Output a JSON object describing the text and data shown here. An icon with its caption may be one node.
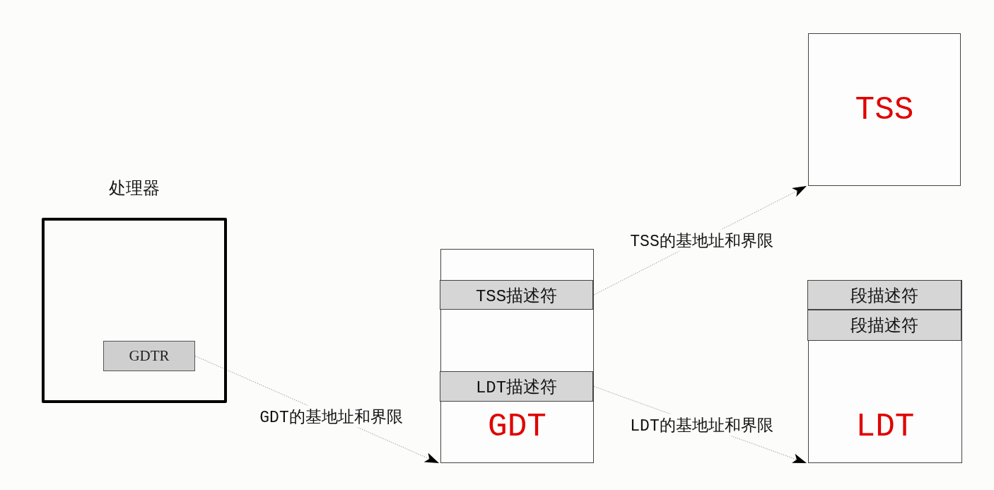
{
  "diagram": {
    "nodes": [
      {
        "text": [
          "处理器"
        ]
      },
      {
        "text": [
          "GDTR"
        ],
        "in": 0
      },
      {
        "text": [
          "GDT"
        ]
      },
      {
        "text": [
          "TSS描述符"
        ],
        "in": 2
      },
      {
        "text": [
          "LDT描述符"
        ],
        "in": 2
      },
      {
        "text": [
          "TSS"
        ]
      },
      {
        "text": [
          "LDT"
        ]
      },
      {
        "text": [
          "段描述符"
        ],
        "in": 6
      },
      {
        "text": [
          "段描述符"
        ],
        "in": 6
      }
    ],
    "edges": [
      {
        "from": 1,
        "to": 2,
        "arrow": "to",
        "label": "GDT的基地址和界限"
      },
      {
        "from": 3,
        "to": 5,
        "arrow": "to",
        "label": "TSS的基地址和界限"
      },
      {
        "from": 4,
        "to": 6,
        "arrow": "to",
        "label": "LDT的基地址和界限"
      }
    ]
  }
}
